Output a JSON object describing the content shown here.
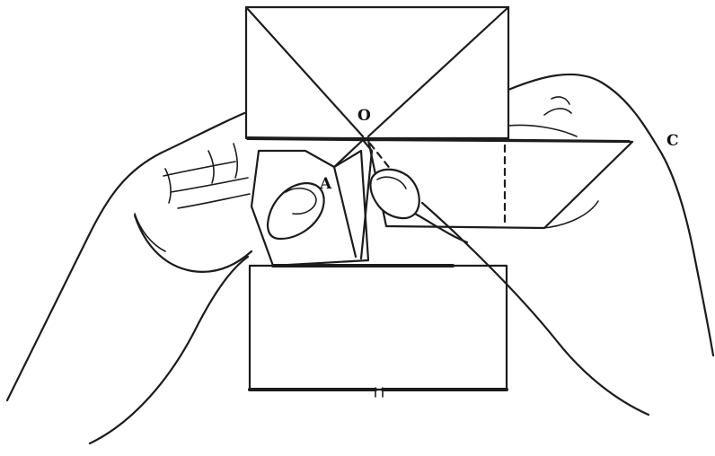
{
  "diagram": {
    "labels": {
      "center_point": "O",
      "left_flap_point": "A",
      "right_corner_point": "C"
    },
    "caption": ""
  }
}
